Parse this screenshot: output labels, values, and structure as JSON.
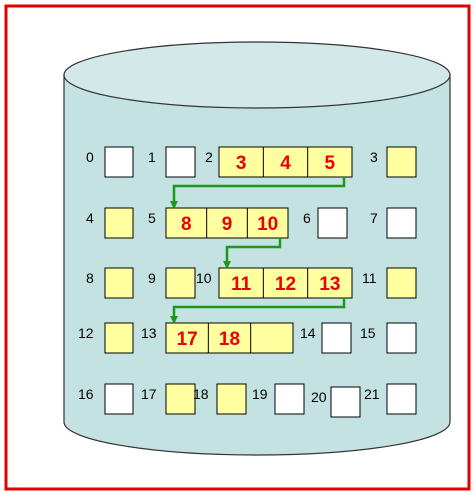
{
  "colors": {
    "frame": "#e00000",
    "cylinder_fill": "#c5e2e2",
    "cylinder_top": "#d3e8e8",
    "cylinder_stroke": "#333333",
    "block_used": "#ffffa0",
    "block_free": "#ffffff",
    "value_text": "#ee0000",
    "pointer": "#1a9a1a"
  },
  "blocks": [
    {
      "index": "0",
      "used": false
    },
    {
      "index": "1",
      "used": false
    },
    {
      "index": "2",
      "used": true,
      "entries": [
        "3",
        "4",
        "5"
      ]
    },
    {
      "index": "3",
      "used": true
    },
    {
      "index": "4",
      "used": true
    },
    {
      "index": "5",
      "used": true,
      "entries": [
        "8",
        "9",
        "10"
      ]
    },
    {
      "index": "6",
      "used": false
    },
    {
      "index": "7",
      "used": false
    },
    {
      "index": "8",
      "used": true
    },
    {
      "index": "9",
      "used": true
    },
    {
      "index": "10",
      "used": true,
      "entries": [
        "11",
        "12",
        "13"
      ]
    },
    {
      "index": "11",
      "used": true
    },
    {
      "index": "12",
      "used": true
    },
    {
      "index": "13",
      "used": true,
      "entries": [
        "17",
        "18",
        ""
      ]
    },
    {
      "index": "14",
      "used": false
    },
    {
      "index": "15",
      "used": false
    },
    {
      "index": "16",
      "used": false
    },
    {
      "index": "17",
      "used": true
    },
    {
      "index": "18",
      "used": true
    },
    {
      "index": "19",
      "used": false
    },
    {
      "index": "20",
      "used": false
    },
    {
      "index": "21",
      "used": false
    }
  ],
  "pointers": [
    {
      "from_block": "2",
      "to_block": "5"
    },
    {
      "from_block": "5",
      "to_block": "10"
    },
    {
      "from_block": "10",
      "to_block": "13"
    }
  ]
}
